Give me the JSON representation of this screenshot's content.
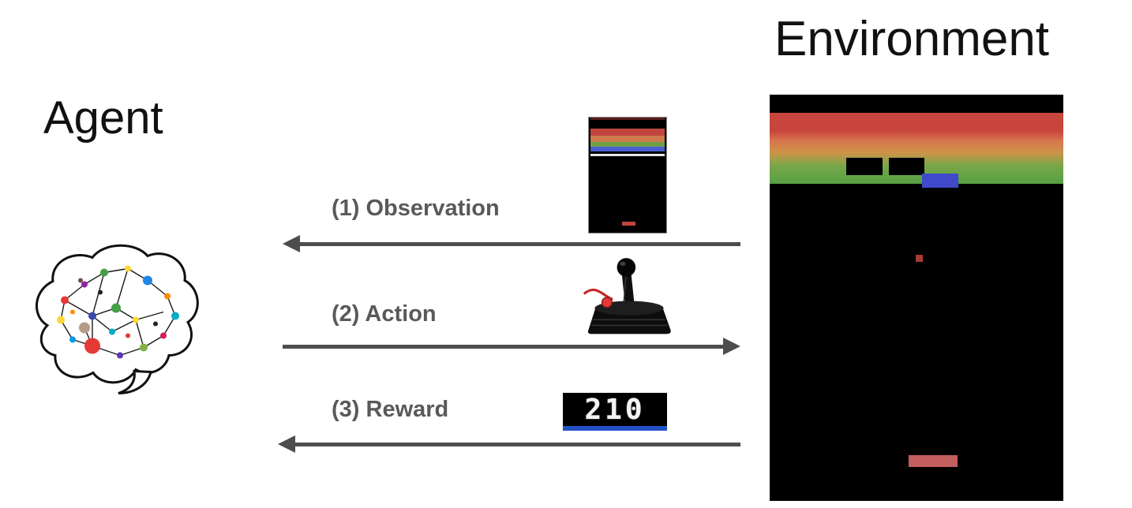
{
  "title": "Environment",
  "agent": {
    "label": "Agent"
  },
  "arrows": [
    {
      "label": "(1) Observation",
      "direction": "left"
    },
    {
      "label": "(2) Action",
      "direction": "right"
    },
    {
      "label": "(3) Reward",
      "direction": "left"
    }
  ],
  "score": {
    "value": "210"
  },
  "icons": [
    "brain-icon",
    "joystick-icon",
    "observation-thumbnail",
    "score-display",
    "environment-screen"
  ],
  "colors": {
    "arrow": "#4d4d4d",
    "label_text": "#595959",
    "title_text": "#111111",
    "brick_red": "#c8453e",
    "brick_orange": "#d7784f",
    "brick_green": "#55a043",
    "brick_blue": "#3f49c9",
    "paddle": "#c35f5f",
    "reward_underline": "#2151c4",
    "screen_background": "#000000"
  }
}
